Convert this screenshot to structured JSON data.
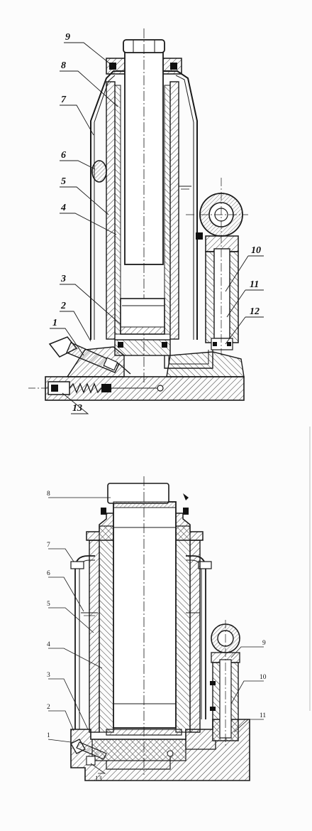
{
  "figures": [
    {
      "name": "top-drawing",
      "labels": [
        "1",
        "2",
        "3",
        "4",
        "5",
        "6",
        "7",
        "8",
        "9",
        "10",
        "11",
        "12",
        "13"
      ]
    },
    {
      "name": "bottom-drawing",
      "labels": [
        "1",
        "2",
        "3",
        "4",
        "5",
        "6",
        "7",
        "8",
        "9",
        "10",
        "11",
        "13"
      ]
    }
  ],
  "colors": {
    "line": "#1a1a1a",
    "hatch": "#333333",
    "paper": "#fcfcfc"
  }
}
